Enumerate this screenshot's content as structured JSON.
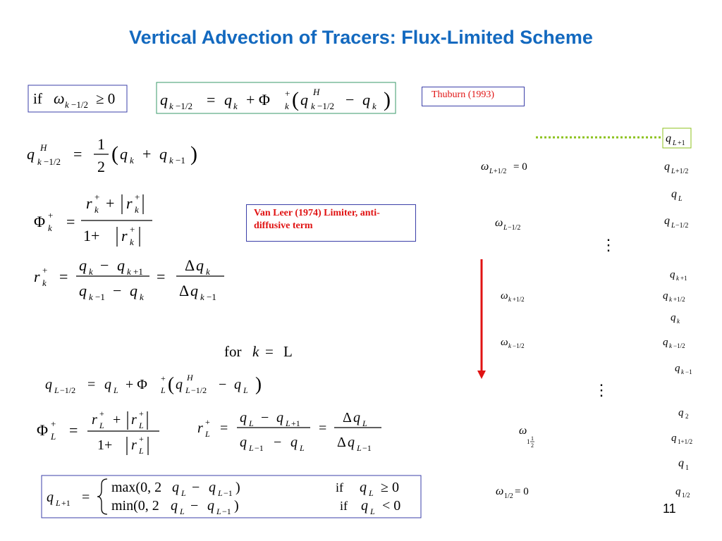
{
  "title": "Vertical Advection of Tracers:   Flux-Limited Scheme",
  "notes": {
    "thuburn": "Thuburn (1993)",
    "vanleer": "Van Leer (1974) Limiter, anti-diffusive term"
  },
  "condition": {
    "if_text": "if"
  },
  "for_text": "for",
  "limit_letter": "L",
  "grid": {
    "omega_top": "= 0",
    "omega_bottom": "= 0",
    "ellipsis": "⋮"
  },
  "page_number": "11",
  "colors": {
    "title": "#1369bf",
    "note_text": "#e01313",
    "note_border": "#3b3fa8",
    "arrow": "#e01313",
    "dotted_line": "#8cc21e",
    "box_green": "#3a9a6a",
    "box_blue": "#3b3fa8"
  }
}
